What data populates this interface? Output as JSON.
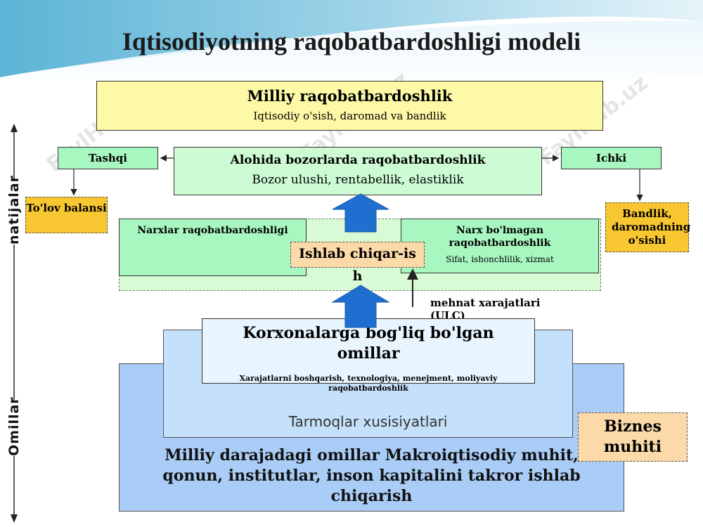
{
  "title": "Iqtisodiyotning raqobatbardoshligi modeli",
  "national": {
    "title": "Milliy raqobatbardoshlik",
    "subtitle": "Iqtisodiy o'sish, daromad va bandlik"
  },
  "markets": {
    "title": "Alohida bozorlarda raqobatbardoshlik",
    "subtitle": "Bozor ulushi, rentabellik, elastiklik"
  },
  "external": "Tashqi",
  "internal": "Ichki",
  "balance": "To'lov balansi",
  "employment": "Bandlik, daromadning o'sishi",
  "price_comp": "Narxlar raqobatbardoshligi",
  "nonprice": {
    "title": "Narx bo'lmagan raqobatbardoshlik",
    "subtitle": "Sifat, ishonchlilik, xizmat"
  },
  "production": "Ishlab chiqar-ish",
  "ulc": "mehnat xarajatlari (ULC)",
  "firm": {
    "title": "Korxonalarga bog'liq bo'lgan omillar",
    "subtitle": "Xarajatlarni boshqarish, texnologiya, menejment, moliyaviy raqobatbardoshlik"
  },
  "sector": "Tarmoqlar  xusisiyatlari",
  "macro": "Milliy darajadagi omillar Makroiqtisodiy muhit, qonun, institutlar, inson kapitalini takror ishlab chiqarish",
  "business": "Biznes muhiti",
  "side_results": "natijalar",
  "side_factors": "Omillar",
  "watermark": "FaylHub.uz",
  "colors": {
    "yellow": "#fdf9a6",
    "green": "#cdfbd3",
    "mint": "#a8f7c0",
    "blue_big": "#a9cdf7",
    "blue_mid": "#c5e0fa",
    "blue_light": "#e8f4fe",
    "orange": "#fbd9a8",
    "gold": "#f7c631",
    "arrow_blue": "#1f6fd1"
  }
}
